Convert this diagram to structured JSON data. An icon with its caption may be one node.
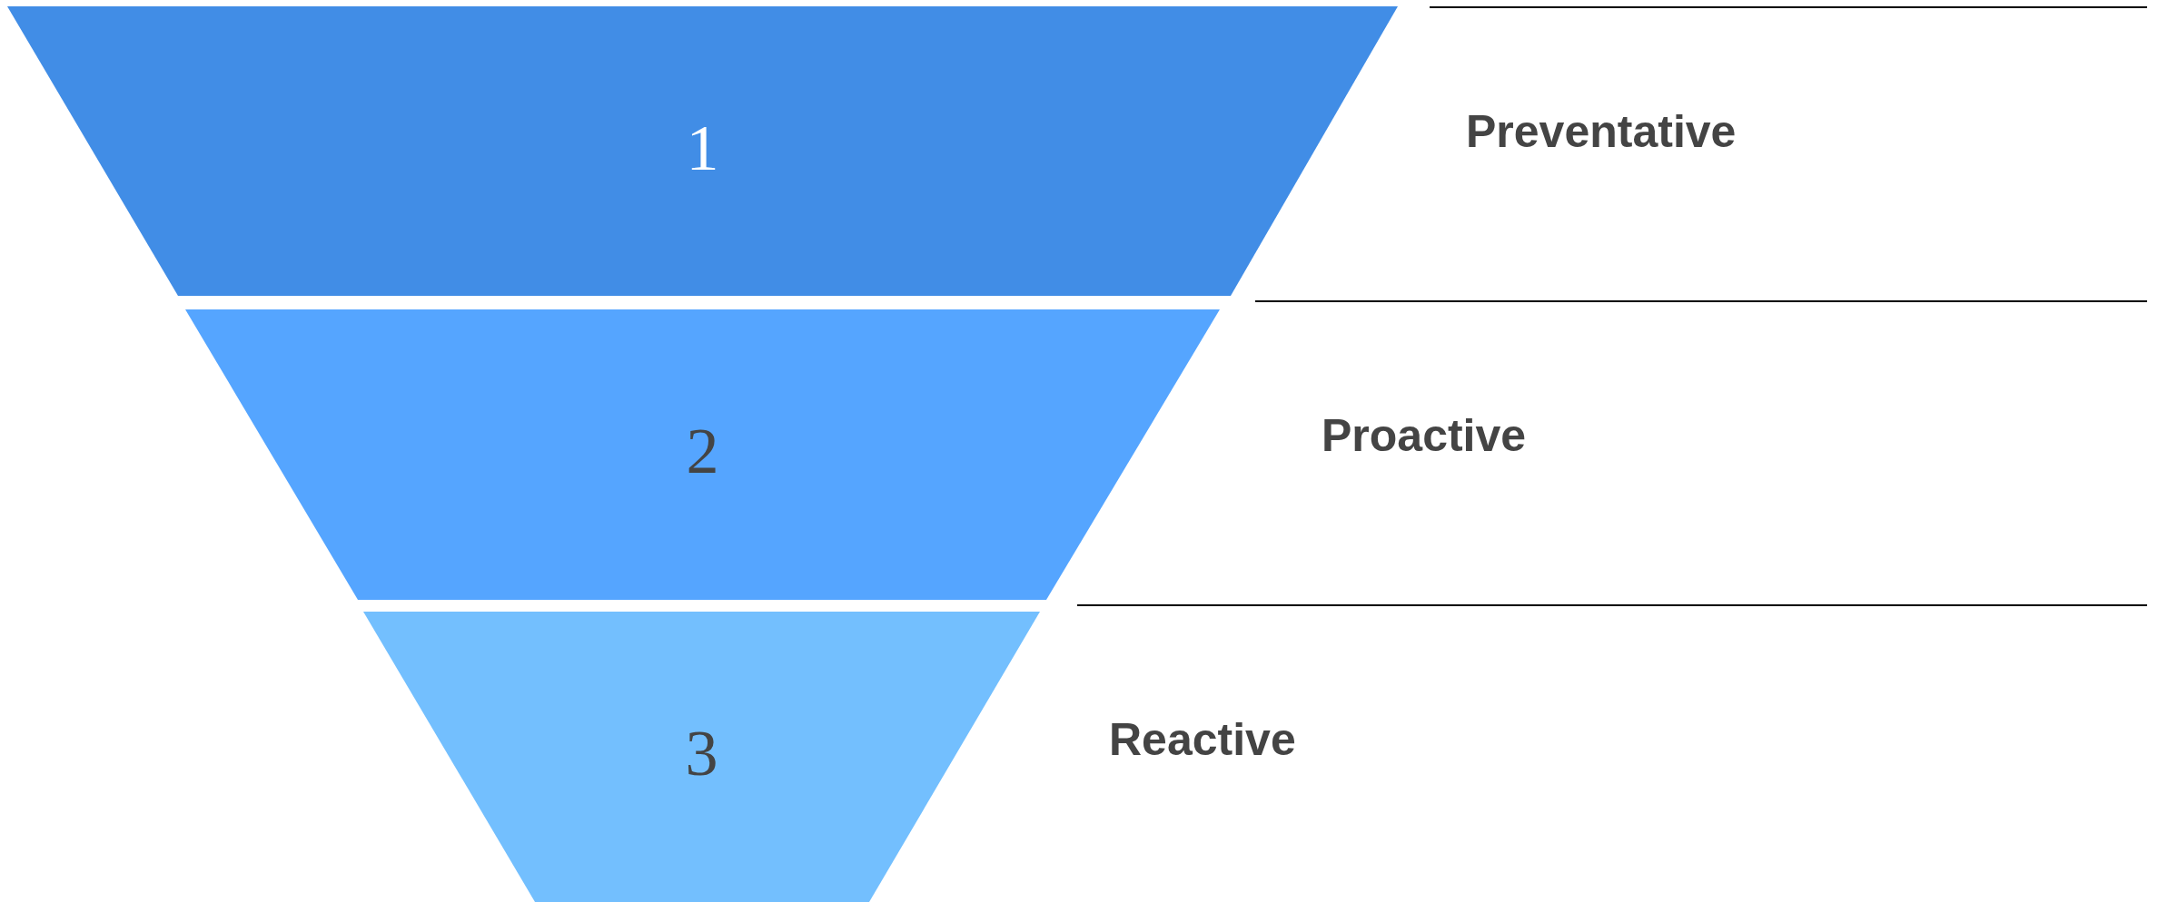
{
  "diagram": {
    "nodes": [
      {
        "text": [
          "1"
        ],
        "beside": [
          "Preventative"
        ]
      },
      {
        "text": [
          "2"
        ],
        "beside": [
          "Proactive"
        ]
      },
      {
        "text": [
          "3"
        ],
        "beside": [
          "Reactive"
        ]
      }
    ]
  }
}
